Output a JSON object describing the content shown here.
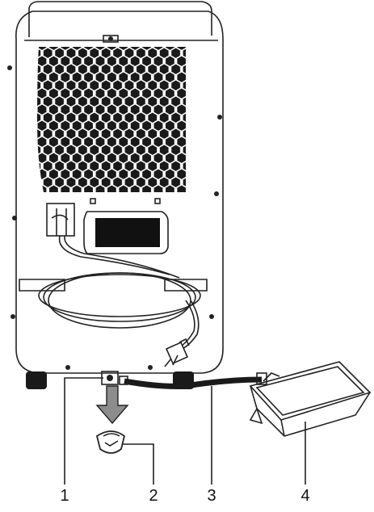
{
  "diagram": {
    "callouts": [
      {
        "number": "1",
        "part": "drain-outlet"
      },
      {
        "number": "2",
        "part": "drain-plug"
      },
      {
        "number": "3",
        "part": "drain-hose"
      },
      {
        "number": "4",
        "part": "water-tray"
      }
    ],
    "colors": {
      "stroke": "#222222",
      "grille": "#1a1a1a",
      "body": "#ffffff",
      "arrow": "#8c8c8c"
    },
    "icons": [
      "downward-arrow-icon",
      "power-plug-icon"
    ]
  }
}
